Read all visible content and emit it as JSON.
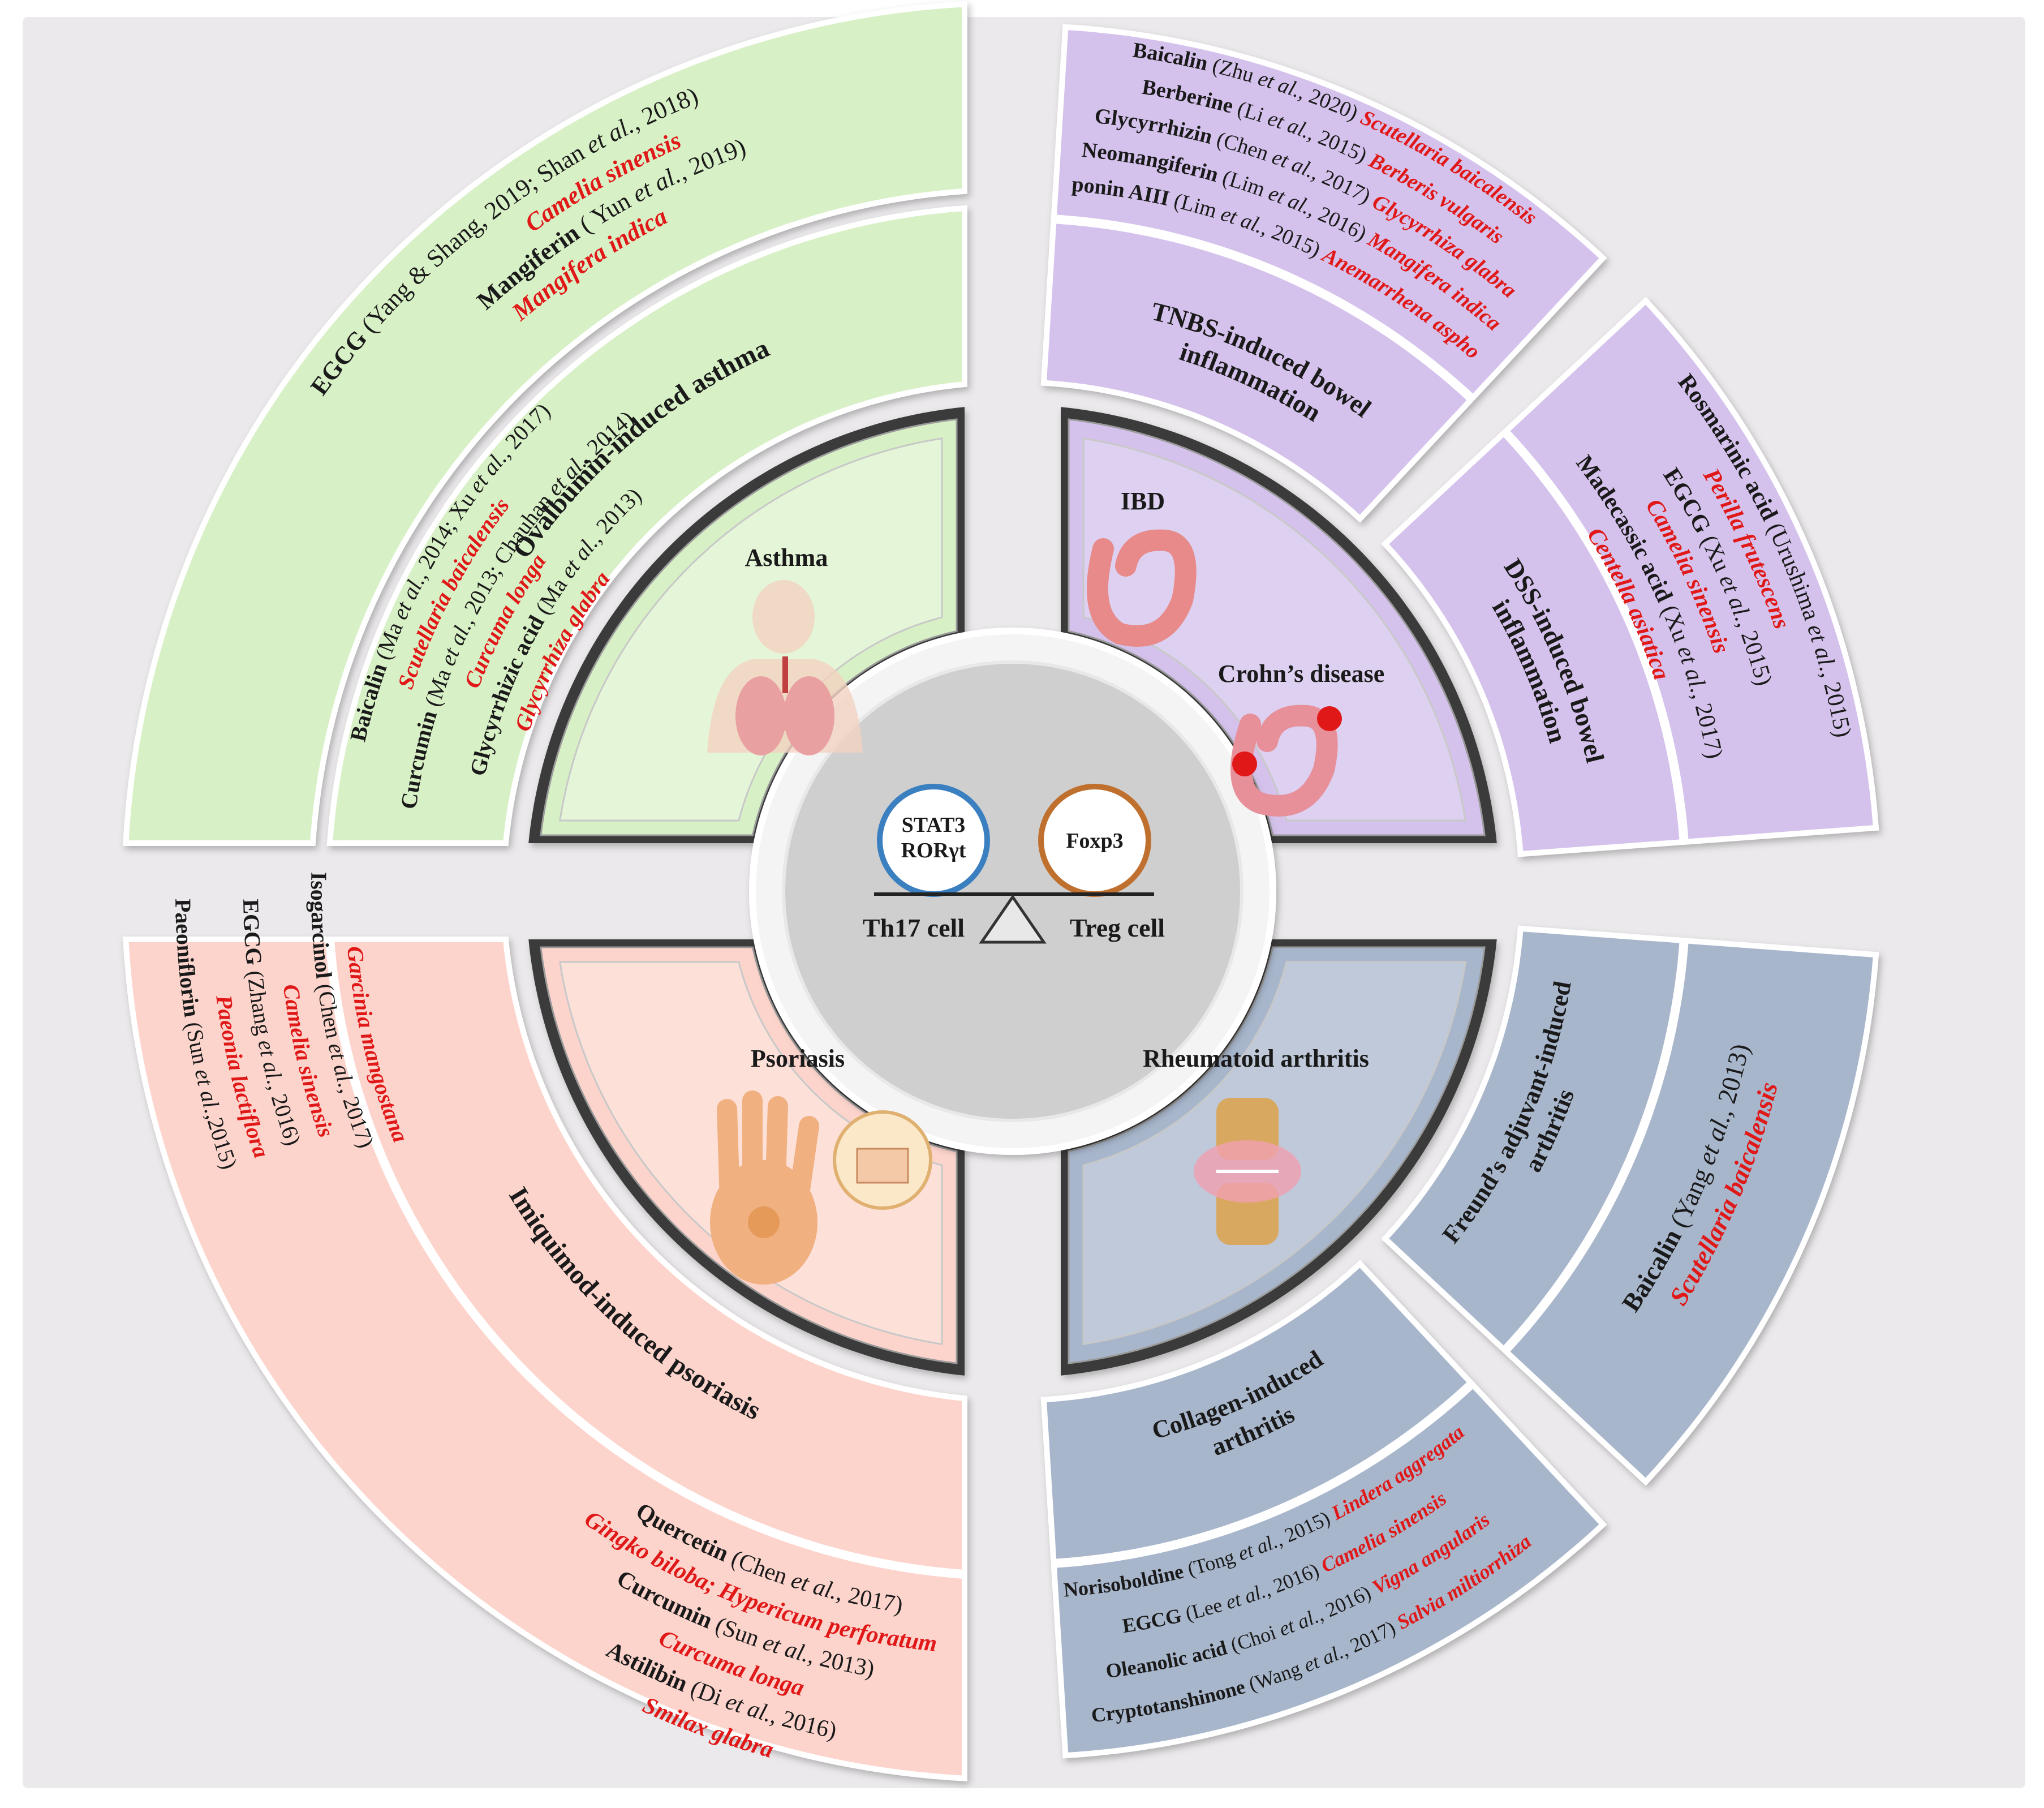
{
  "colors": {
    "asthma_fill": "#d8f0c6",
    "asthma_inner": "#e5f5d8",
    "ibd_fill": "#d4c2ec",
    "ibd_inner": "#ddd0f0",
    "psoriasis_fill": "#fcd4cc",
    "psoriasis_inner": "#fde0d8",
    "ra_fill": "#a8b6cc",
    "ra_inner": "#bfc9da",
    "background": "#ebe9eb",
    "species_text": "#e01818"
  },
  "center": {
    "left_circle": [
      "STAT3",
      "RORγt"
    ],
    "right_circle": "Foxp3",
    "left_label": "Th17 cell",
    "right_label": "Treg cell"
  },
  "asthma": {
    "disease": "Asthma",
    "model": "Ovalbumin-induced asthma",
    "outer": [
      {
        "compound": "EGCG",
        "ref": " (Yang & Shang, 2019; Shan ",
        "etal": "et al.",
        "ref2": ", 2018)",
        "species": "Camelia sinensis"
      },
      {
        "compound": "Mangiferin",
        "ref": " ( Yun ",
        "etal": "et al.",
        "ref2": ", 2019)",
        "species": "Mangifera indica"
      }
    ],
    "mid": [
      {
        "compound": "Baicalin",
        "ref": " (Ma ",
        "etal": "et al.",
        "ref2": ", 2014; Xu ",
        "etal2": "et al.",
        "ref3": ", 2017)",
        "species": "Scutellaria baicalensis"
      },
      {
        "compound": "Curcumin",
        "ref": " (Ma ",
        "etal": "et al.",
        "ref2": ", 2013; Chauhan ",
        "etal2": "et al.",
        "ref3": ", 2014)",
        "species": "Curcuma longa"
      },
      {
        "compound": "Glycyrrhizic acid",
        "ref": " (Ma ",
        "etal": "et al.",
        "ref2": ", 2013)",
        "species": "Glycyrrhiza glabra"
      }
    ]
  },
  "ibd": {
    "disease": "IBD",
    "disease2": "Crohn’s disease",
    "tnbs_model": [
      "TNBS-induced bowel",
      "inflammation"
    ],
    "dss_model": [
      "DSS-induced bowel",
      "inflammation"
    ],
    "tnbs_items": [
      {
        "compound": "Baicalin",
        "ref": " (Zhu ",
        "etal": "et al.",
        "ref2": ", 2020)",
        "species": "Scutellaria baicalensis"
      },
      {
        "compound": "Berberine",
        "ref": " (Li ",
        "etal": "et al.",
        "ref2": ", 2015)",
        "species": "Berberis vulgaris"
      },
      {
        "compound": "Glycyrrhizin",
        "ref": " (Chen ",
        "etal": "et al.",
        "ref2": ", 2017)",
        "species": "Glycyrrhiza glabra"
      },
      {
        "compound": "Neomangiferin",
        "ref": " (Lim ",
        "etal": "et al.",
        "ref2": ", 2016)",
        "species": "Mangifera indica"
      },
      {
        "compound": "Timosaponin AIII",
        "ref": " (Lim ",
        "etal": "et al.",
        "ref2": ", 2015)",
        "species": "Anemarrhena asphodeloides"
      }
    ],
    "dss_items": [
      {
        "compound": "Rosmarinic acid",
        "ref": " (Urushima ",
        "etal": "et al.",
        "ref2": ", 2015)",
        "species": "Perilla frutescens"
      },
      {
        "compound": "EGCG",
        "ref": " (Xu ",
        "etal": "et al.",
        "ref2": ", 2015)",
        "species": "Camelia sinensis"
      },
      {
        "compound": "Madecassic acid",
        "ref": " (Xu ",
        "etal": "et al.",
        "ref2": ", 2017)",
        "species": "Centella asiatica"
      }
    ]
  },
  "psoriasis": {
    "disease": "Psoriasis",
    "model": "Imiquimod-induced psoriasis",
    "left_items": [
      {
        "compound": "Paeoniflorin",
        "ref": " (Sun ",
        "etal": "et al.",
        "ref2": ",2015)",
        "species": "Paeonia lactiflora"
      },
      {
        "compound": "EGCG",
        "ref": " (Zhang ",
        "etal": "et al.",
        "ref2": ", 2016)",
        "species": "Camelia sinensis"
      },
      {
        "compound": "Isogarcinol",
        "ref": " (Chen ",
        "etal": "et al.",
        "ref2": ", 2017)",
        "species": "Garcinia mangostana"
      }
    ],
    "bottom_items": [
      {
        "compound": "Quercetin",
        "ref": " (Chen ",
        "etal": "et al.",
        "ref2": ", 2017)",
        "species": "Gingko biloba; Hypericum perforatum"
      },
      {
        "compound": "Curcumin",
        "ref": " (Sun ",
        "etal": "et al.",
        "ref2": ", 2013)",
        "species": "Curcuma longa"
      },
      {
        "compound": "Astilibin",
        "ref": " (Di ",
        "etal": "et al.",
        "ref2": ", 2016)",
        "species": "Smilax glabra"
      }
    ]
  },
  "ra": {
    "disease": "Rheumatoid arthritis",
    "freund_model": [
      "Freund’s adjuvant-induced",
      "arthritis"
    ],
    "collagen_model": [
      "Collagen-induced",
      "arthritis"
    ],
    "freund_items": [
      {
        "compound": "Baicalin",
        "ref": " (Yang ",
        "etal": "et al.",
        "ref2": ", 2013)",
        "species": "Scutellaria baicalensis"
      }
    ],
    "collagen_items": [
      {
        "compound": "Norisoboldine",
        "ref": " (Tong ",
        "etal": "et al.",
        "ref2": ", 2015)",
        "species": "Lindera aggregata"
      },
      {
        "compound": "EGCG",
        "ref": " (Lee ",
        "etal": "et al.",
        "ref2": ", 2016)",
        "species": "Camelia sinensis"
      },
      {
        "compound": "Oleanolic acid",
        "ref": " (Choi ",
        "etal": "et al.",
        "ref2": ", 2016)",
        "species": "Vigna angularis"
      },
      {
        "compound": "Cryptotanshinone",
        "ref": " (Wang ",
        "etal": "et al.",
        "ref2": ", 2017)",
        "species": "Salvia miltiorrhiza"
      }
    ]
  }
}
